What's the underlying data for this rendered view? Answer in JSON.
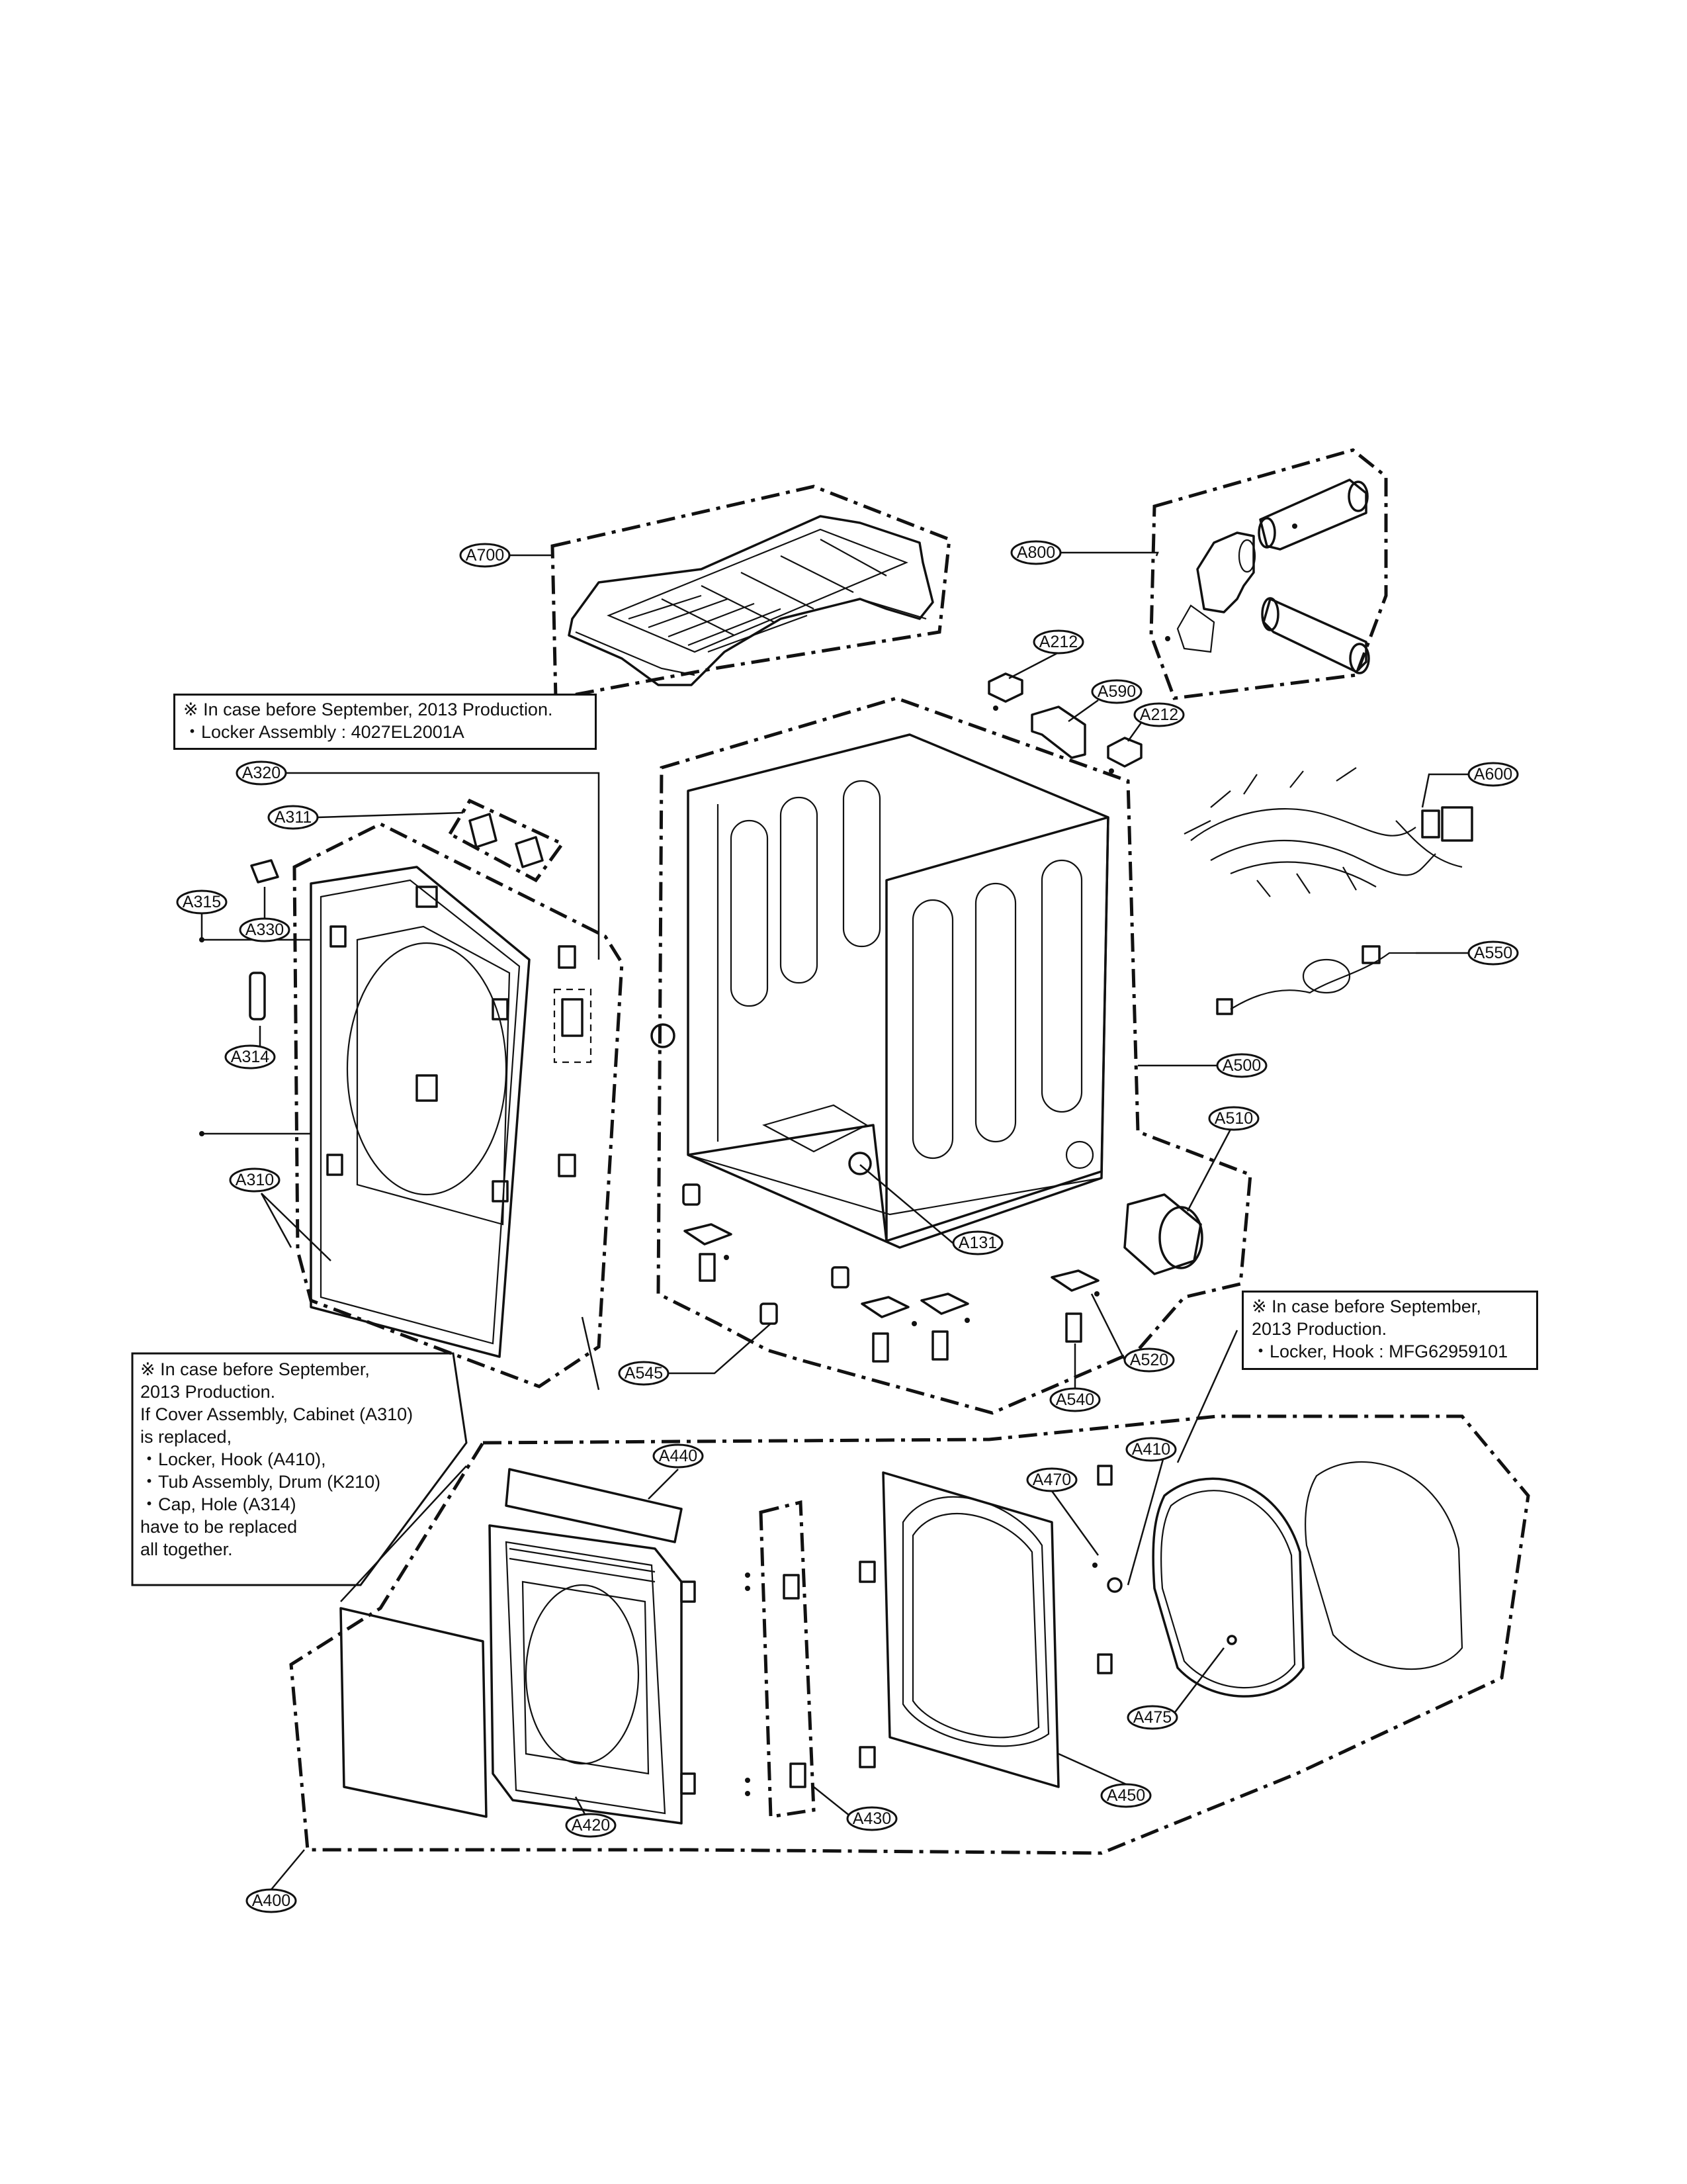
{
  "callouts": {
    "A700": "A700",
    "A800": "A800",
    "A212a": "A212",
    "A590": "A590",
    "A212b": "A212",
    "A320": "A320",
    "A311": "A311",
    "A315": "A315",
    "A330": "A330",
    "A314": "A314",
    "A310": "A310",
    "A600": "A600",
    "A550": "A550",
    "A500": "A500",
    "A510": "A510",
    "A131": "A131",
    "A545": "A545",
    "A520": "A520",
    "A540": "A540",
    "A410": "A410",
    "A440": "A440",
    "A470": "A470",
    "A475": "A475",
    "A450": "A450",
    "A430": "A430",
    "A420": "A420",
    "A400": "A400"
  },
  "notes": {
    "top_left": [
      "※ In case before September, 2013 Production.",
      "・Locker Assembly : 4027EL2001A"
    ],
    "right": [
      "※ In case before September,",
      "2013 Production.",
      "・Locker, Hook : MFG62959101"
    ],
    "left": [
      "※ In case before September,",
      "2013 Production.",
      "If Cover Assembly, Cabinet (A310)",
      "is replaced,",
      "・Locker, Hook (A410),",
      "・Tub Assembly, Drum (K210)",
      "・Cap, Hole (A314)",
      "have to be replaced",
      "all together."
    ]
  }
}
